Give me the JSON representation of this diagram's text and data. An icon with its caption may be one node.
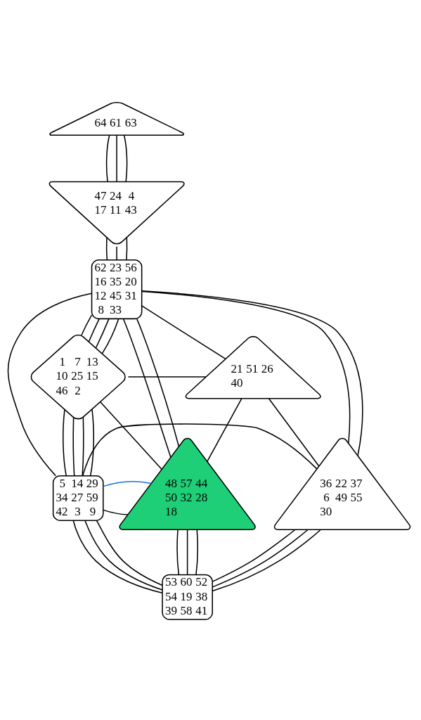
{
  "diagram": {
    "nodes": [
      {
        "text": [
          "64",
          "61",
          "63"
        ]
      },
      {
        "text": [
          "47",
          "24",
          "4",
          "17",
          "11",
          "43"
        ]
      },
      {
        "text": [
          "62",
          "23",
          "56",
          "16",
          "35",
          "20",
          "12",
          "45",
          "31",
          "8",
          "33"
        ]
      },
      {
        "text": [
          "1",
          "7",
          "13",
          "10",
          "25",
          "15",
          "46",
          "2"
        ]
      },
      {
        "text": [
          "21",
          "51",
          "26",
          "40"
        ]
      },
      {
        "text": [
          "48",
          "57",
          "44",
          "50",
          "32",
          "28",
          "18"
        ]
      },
      {
        "text": [
          "5",
          "14",
          "29",
          "34",
          "27",
          "59",
          "42",
          "3",
          "9"
        ]
      },
      {
        "text": [
          "36",
          "22",
          "37",
          "6",
          "49",
          "55",
          "30"
        ]
      },
      {
        "text": [
          "53",
          "60",
          "52",
          "54",
          "19",
          "38",
          "39",
          "58",
          "41"
        ]
      }
    ],
    "edges": [
      {
        "from": 0,
        "to": 1,
        "arrow": "none"
      },
      {
        "from": 0,
        "to": 1,
        "arrow": "none"
      },
      {
        "from": 0,
        "to": 1,
        "arrow": "none"
      },
      {
        "from": 1,
        "to": 2,
        "arrow": "none"
      },
      {
        "from": 1,
        "to": 2,
        "arrow": "none"
      },
      {
        "from": 1,
        "to": 2,
        "arrow": "none"
      },
      {
        "from": 2,
        "to": 3,
        "arrow": "none"
      },
      {
        "from": 2,
        "to": 3,
        "arrow": "none"
      },
      {
        "from": 2,
        "to": 3,
        "arrow": "none"
      },
      {
        "from": 2,
        "to": 5,
        "arrow": "none"
      },
      {
        "from": 2,
        "to": 5,
        "arrow": "none"
      },
      {
        "from": 2,
        "to": 6,
        "arrow": "none"
      },
      {
        "from": 2,
        "to": 3,
        "arrow": "none"
      },
      {
        "from": 2,
        "to": 4,
        "arrow": "none"
      },
      {
        "from": 2,
        "to": 7,
        "arrow": "none"
      },
      {
        "from": 2,
        "to": 7,
        "arrow": "none"
      },
      {
        "from": 3,
        "to": 6,
        "arrow": "none"
      },
      {
        "from": 3,
        "to": 6,
        "arrow": "none"
      },
      {
        "from": 3,
        "to": 6,
        "arrow": "none"
      },
      {
        "from": 3,
        "to": 5,
        "arrow": "none"
      },
      {
        "from": 3,
        "to": 6,
        "arrow": "none"
      },
      {
        "from": 3,
        "to": 4,
        "arrow": "none"
      },
      {
        "from": 6,
        "to": 5,
        "arrow": "none"
      },
      {
        "from": 6,
        "to": 5,
        "arrow": "none",
        "color": "#1a6fe0"
      },
      {
        "from": 6,
        "to": 7,
        "arrow": "none"
      },
      {
        "from": 6,
        "to": 8,
        "arrow": "none"
      },
      {
        "from": 6,
        "to": 8,
        "arrow": "none"
      },
      {
        "from": 6,
        "to": 8,
        "arrow": "none"
      },
      {
        "from": 4,
        "to": 5,
        "arrow": "none"
      },
      {
        "from": 4,
        "to": 7,
        "arrow": "none"
      },
      {
        "from": 5,
        "to": 8,
        "arrow": "none"
      },
      {
        "from": 5,
        "to": 8,
        "arrow": "none"
      },
      {
        "from": 5,
        "to": 8,
        "arrow": "none"
      },
      {
        "from": 7,
        "to": 8,
        "arrow": "none"
      },
      {
        "from": 7,
        "to": 8,
        "arrow": "none"
      },
      {
        "from": 7,
        "to": 8,
        "arrow": "none"
      }
    ]
  }
}
